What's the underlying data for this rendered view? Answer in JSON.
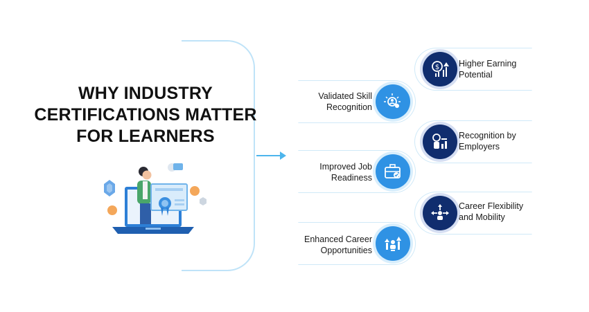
{
  "title_lines": [
    "WHY INDUSTRY",
    "CERTIFICATIONS MATTER",
    "FOR LEARNERS"
  ],
  "benefits": [
    {
      "lines": [
        "Higher Earning",
        "Potential"
      ],
      "icon": "earning-potential-icon",
      "side": "right"
    },
    {
      "lines": [
        "Validated Skill",
        "Recognition"
      ],
      "icon": "validated-skill-icon",
      "side": "left"
    },
    {
      "lines": [
        "Recognition by",
        "Employers"
      ],
      "icon": "employer-recognition-icon",
      "side": "right"
    },
    {
      "lines": [
        "Improved Job",
        "Readiness"
      ],
      "icon": "job-readiness-icon",
      "side": "left"
    },
    {
      "lines": [
        "Career Flexibility",
        "and Mobility"
      ],
      "icon": "career-flexibility-icon",
      "side": "right"
    },
    {
      "lines": [
        "Enhanced Career",
        "Opportunities"
      ],
      "icon": "career-opportunities-icon",
      "side": "left"
    }
  ],
  "colors": {
    "light_blue": "#2f92e4",
    "dark_navy": "#102d6e",
    "outline": "#cfe9f8",
    "arrow": "#4db5ec"
  }
}
